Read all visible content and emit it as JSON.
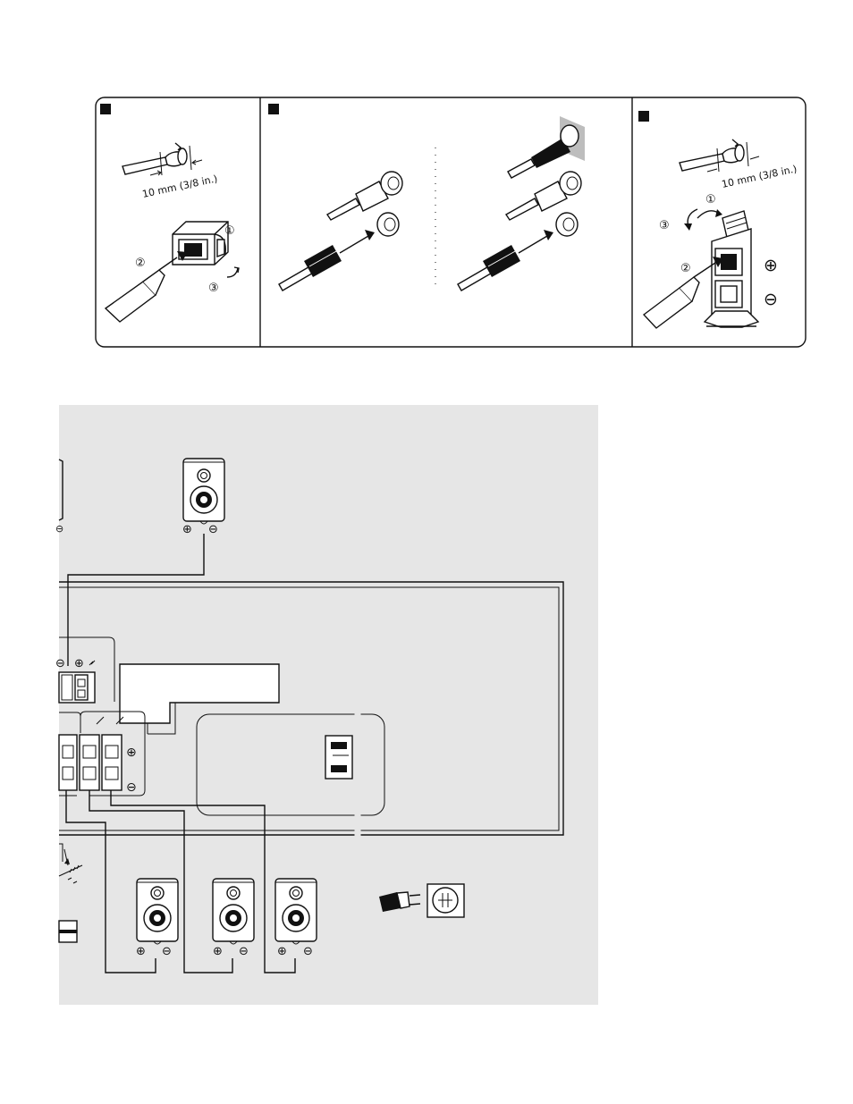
{
  "top_panels": {
    "panel_a": {
      "strip_length": "10 mm (3/8 in.)",
      "steps": [
        "①",
        "②",
        "③"
      ]
    },
    "panel_b": {},
    "panel_c": {
      "strip_length": "10 mm (3/8 in.)",
      "steps": [
        "①",
        "②",
        "③"
      ],
      "polarity": [
        "⊕",
        "⊖"
      ]
    }
  },
  "wiring": {
    "speaker_polarity": {
      "plus": "⊕",
      "minus": "⊖"
    },
    "terminal_polarity": {
      "plus": "⊕",
      "minus": "⊖"
    },
    "colors": {
      "background_panel": "#e6e6e6",
      "line": "#111111"
    }
  }
}
